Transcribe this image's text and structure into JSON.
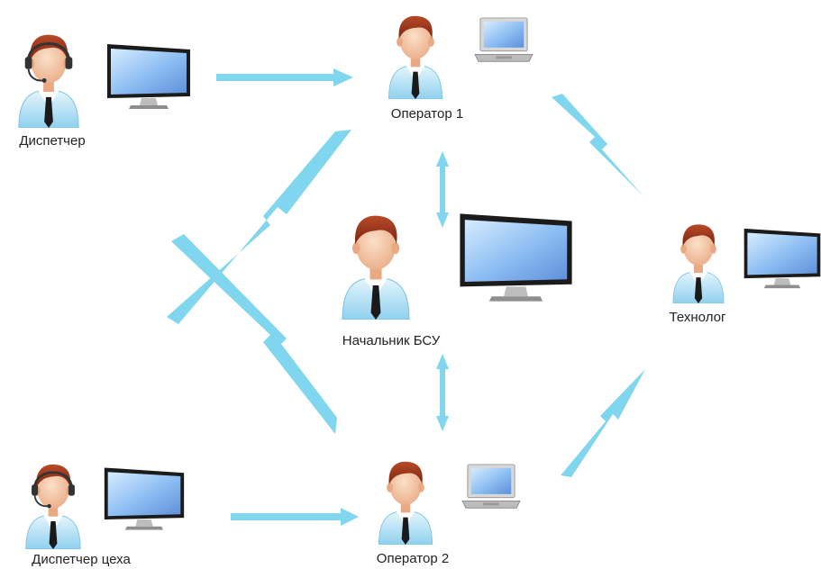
{
  "nodes": {
    "dispatcher": {
      "label": "Диспетчер"
    },
    "operator1": {
      "label": "Оператор 1"
    },
    "chief": {
      "label": "Начальник БСУ"
    },
    "technologist": {
      "label": "Технолог"
    },
    "shop_dispatcher": {
      "label": "Диспетчер цеха"
    },
    "operator2": {
      "label": "Оператор 2"
    }
  },
  "colors": {
    "arrow": "#7fd6ee",
    "skin": "#f3c6a2",
    "hair": "#8b2a14",
    "shirt": "#bfe6f7",
    "tie": "#1a1a1a",
    "monitor_frame": "#222222",
    "monitor_screen": "#9ec9f5",
    "laptop_frame": "#d0d0d0",
    "headset": "#333333"
  }
}
